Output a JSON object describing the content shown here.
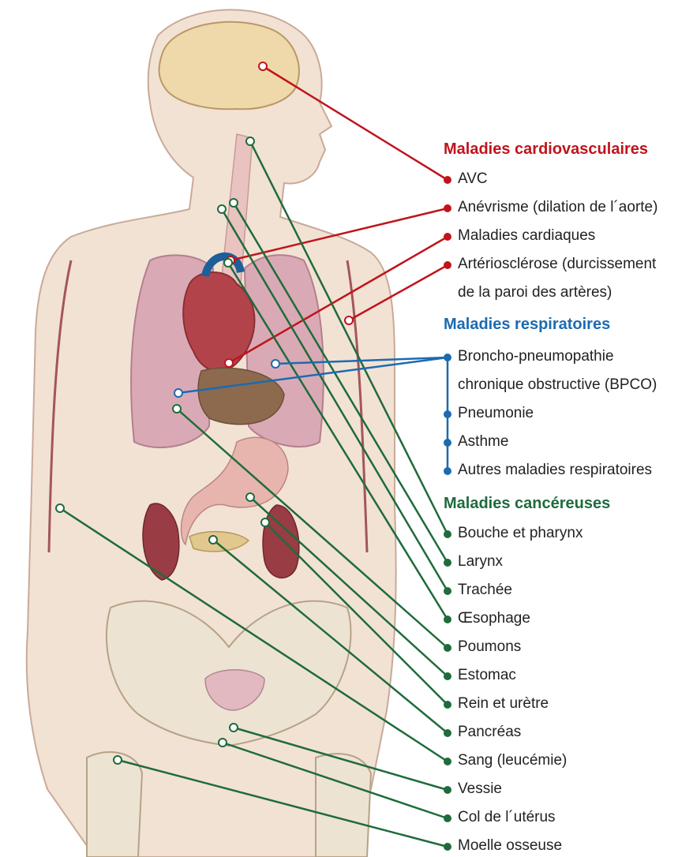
{
  "colors": {
    "cardio": "#c0141c",
    "respi": "#1c6bb0",
    "cancer": "#1f6b3c",
    "skin": "#f2e2d4",
    "outline": "#c9aa98",
    "lung": "#d9aab5",
    "vessel": "#a3565a"
  },
  "categories": {
    "cardio": "Maladies cardiovasculaires",
    "respi": "Maladies respiratoires",
    "cancer": "Maladies cancéreuses"
  },
  "cardio_items": [
    {
      "label": "AVC",
      "organ": "brain"
    },
    {
      "label": "Anévrisme (dilation de l´aorte)",
      "organ": "aorta"
    },
    {
      "label": "Maladies cardiaques",
      "organ": "heart"
    },
    {
      "label": "Artériosclérose (durcissement",
      "label2": "de la paroi des artères)",
      "organ": "arm-artery"
    }
  ],
  "respi_items": [
    {
      "label": "Broncho-pneumopathie",
      "label2": "chronique obstructive (BPCO)",
      "organ": "lungs"
    },
    {
      "label": "Pneumonie"
    },
    {
      "label": "Asthme"
    },
    {
      "label": "Autres maladies respiratoires"
    }
  ],
  "cancer_items": [
    {
      "label": "Bouche et pharynx",
      "organ": "mouth"
    },
    {
      "label": "Larynx",
      "organ": "larynx"
    },
    {
      "label": "Trachée",
      "organ": "trachea"
    },
    {
      "label": "Œsophage",
      "organ": "esophagus"
    },
    {
      "label": "Poumons",
      "organ": "lung"
    },
    {
      "label": "Estomac",
      "organ": "stomach"
    },
    {
      "label": "Rein et urètre",
      "organ": "kidney"
    },
    {
      "label": "Pancréas",
      "organ": "pancreas"
    },
    {
      "label": "Sang (leucémie)",
      "organ": "blood"
    },
    {
      "label": "Vessie",
      "organ": "bladder"
    },
    {
      "label": "Col de l´utérus",
      "organ": "cervix"
    },
    {
      "label": "Moelle osseuse",
      "organ": "bone-marrow"
    }
  ]
}
